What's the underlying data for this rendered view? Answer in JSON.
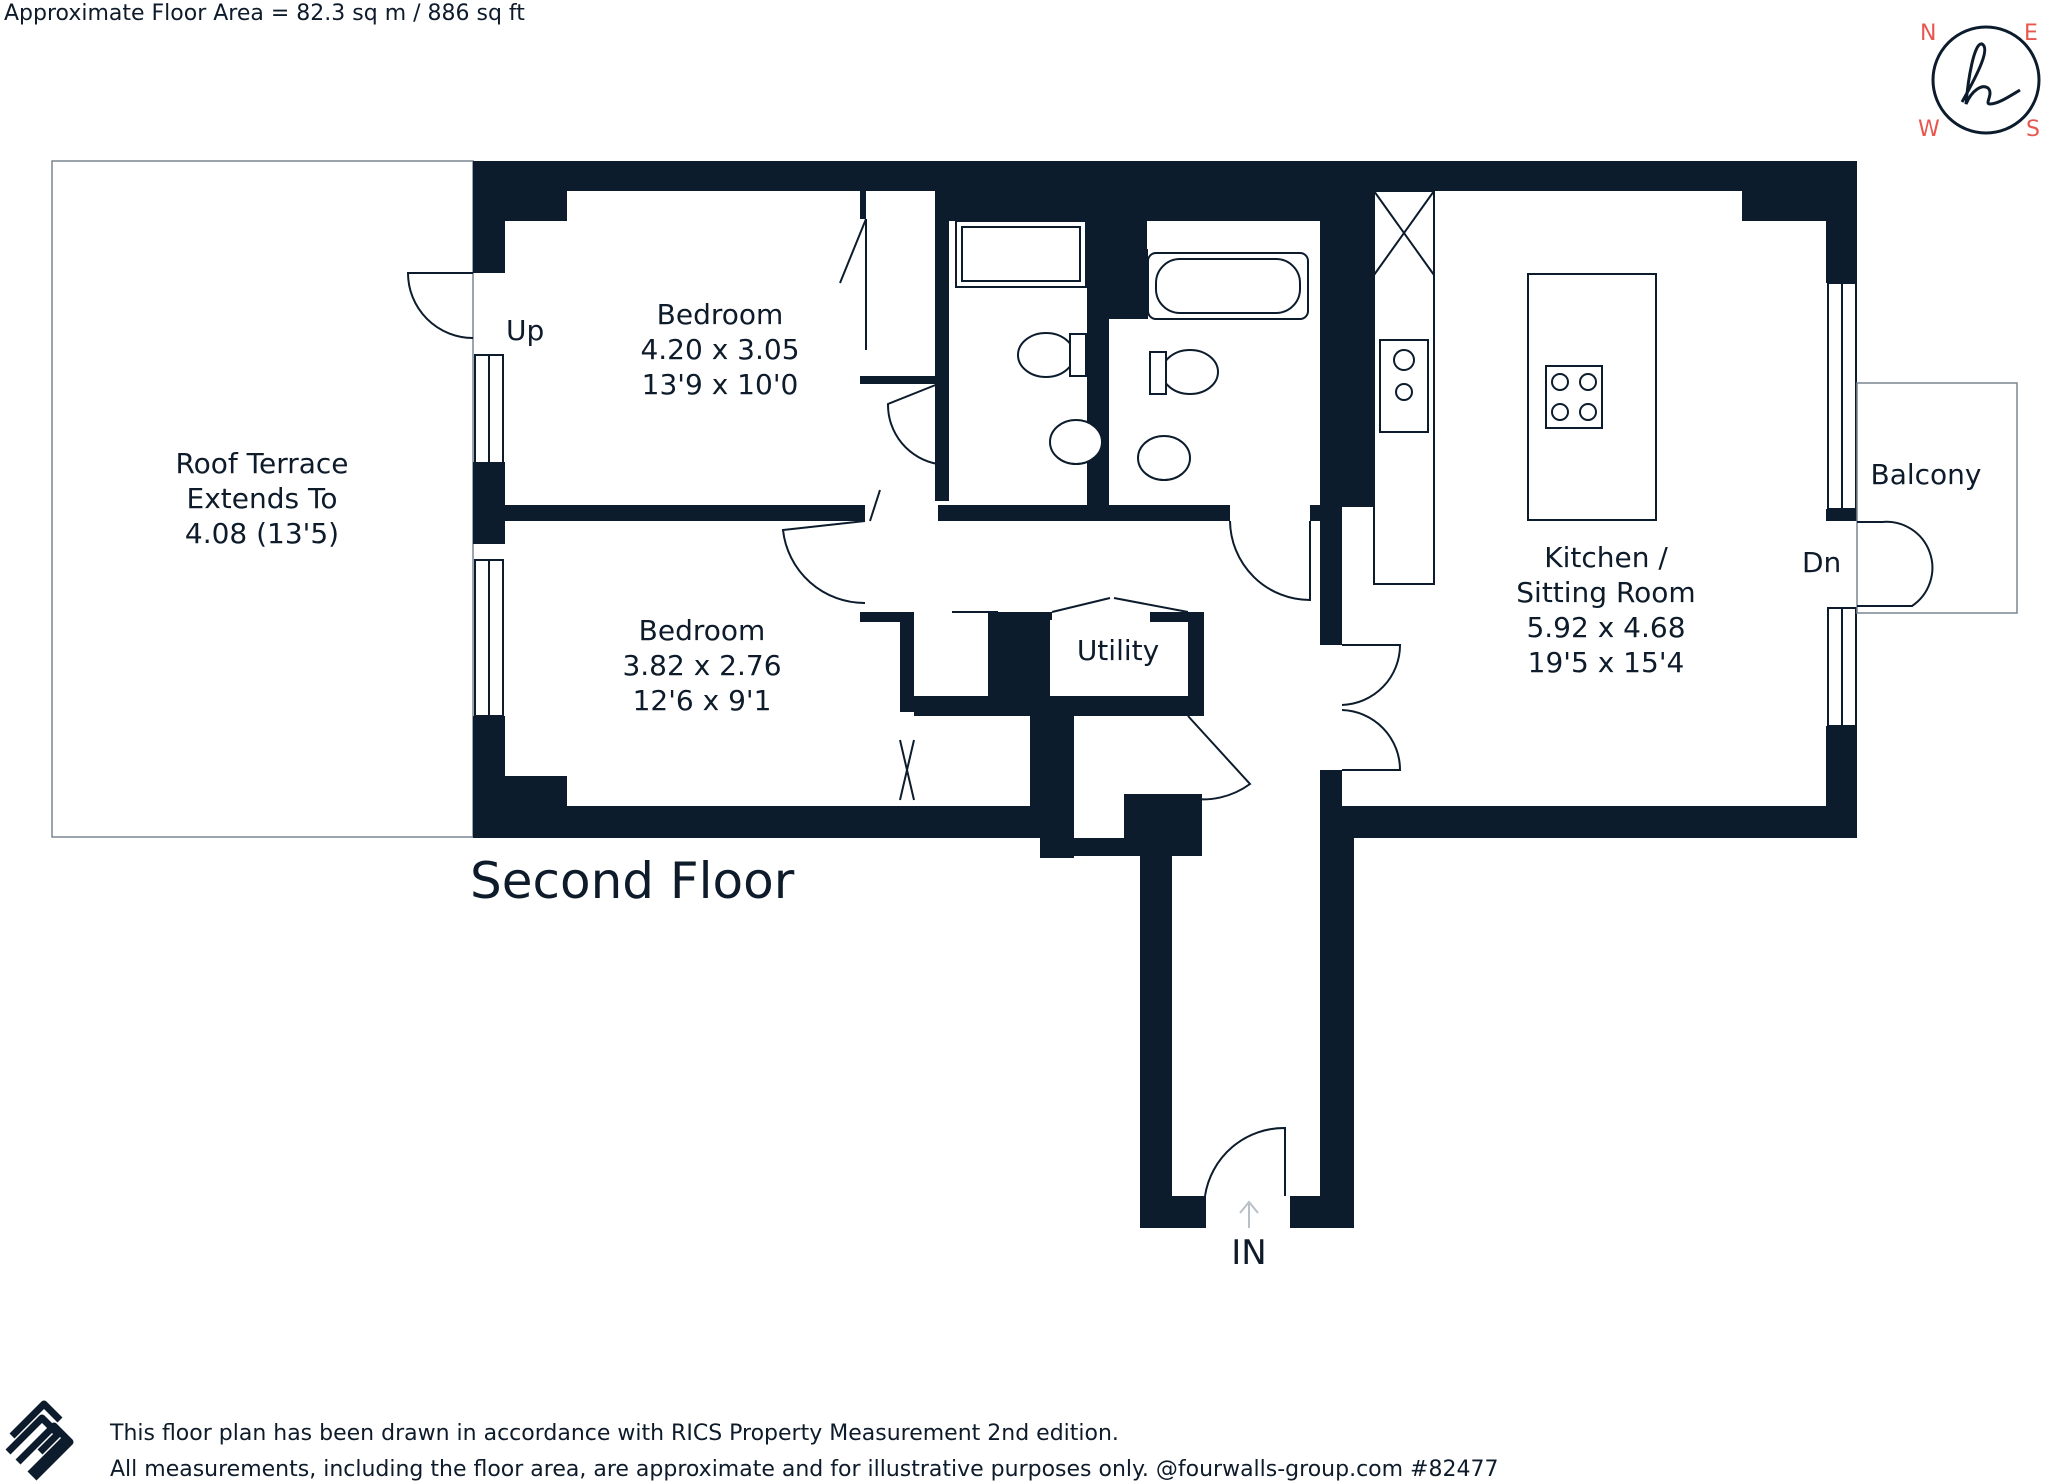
{
  "header": {
    "floor_area": "Approximate Floor Area = 82.3 sq m / 886 sq ft"
  },
  "floor_title": "Second Floor",
  "compass": {
    "n": "N",
    "e": "E",
    "w": "W",
    "s": "S",
    "color": "#e8574f"
  },
  "rooms": {
    "roof_terrace": {
      "line1": "Roof Terrace",
      "line2": "Extends To",
      "line3": "4.08 (13'5)"
    },
    "bedroom1": {
      "name": "Bedroom",
      "metric": "4.20 x 3.05",
      "imperial": "13'9 x 10'0"
    },
    "bedroom2": {
      "name": "Bedroom",
      "metric": "3.82 x 2.76",
      "imperial": "12'6 x 9'1"
    },
    "utility": {
      "name": "Utility"
    },
    "kitchen": {
      "line1": "Kitchen /",
      "line2": "Sitting Room",
      "metric": "5.92 x 4.68",
      "imperial": "19'5 x 15'4"
    },
    "balcony": {
      "name": "Balcony"
    }
  },
  "markers": {
    "up": "Up",
    "dn": "Dn",
    "entrance": "IN"
  },
  "footer": {
    "line1": "This floor plan has been drawn in accordance with RICS Property Measurement 2nd edition.",
    "line2": "All measurements, including the floor area, are approximate and for illustrative purposes only. @fourwalls-group.com #82477"
  },
  "colors": {
    "wall": "#0c1c2c",
    "text": "#0d1b2a",
    "accent": "#e8574f"
  }
}
